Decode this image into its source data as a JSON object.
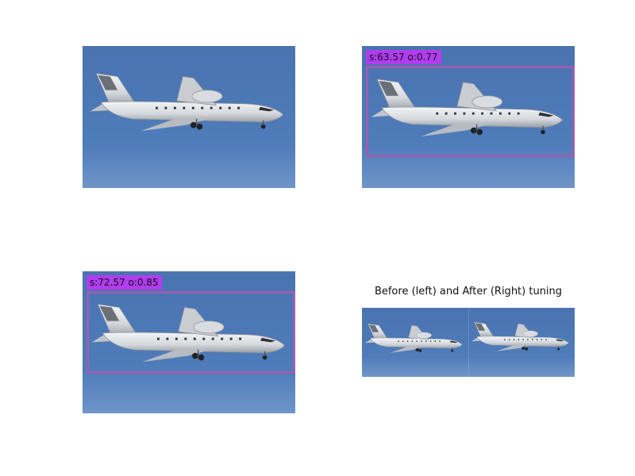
{
  "panels": {
    "original": {},
    "detection_a": {
      "label": "s:63.57 o:0.77"
    },
    "detection_b": {
      "label": "s:72.57 o:0.85"
    },
    "comparison": {
      "caption": "Before (left) and After (Right) tuning"
    }
  },
  "colors": {
    "sky": "#4a75b3",
    "box": "#9b5fb0",
    "label_bg": "#b13cf0"
  },
  "icons": {
    "airplane": "airplane-icon"
  }
}
